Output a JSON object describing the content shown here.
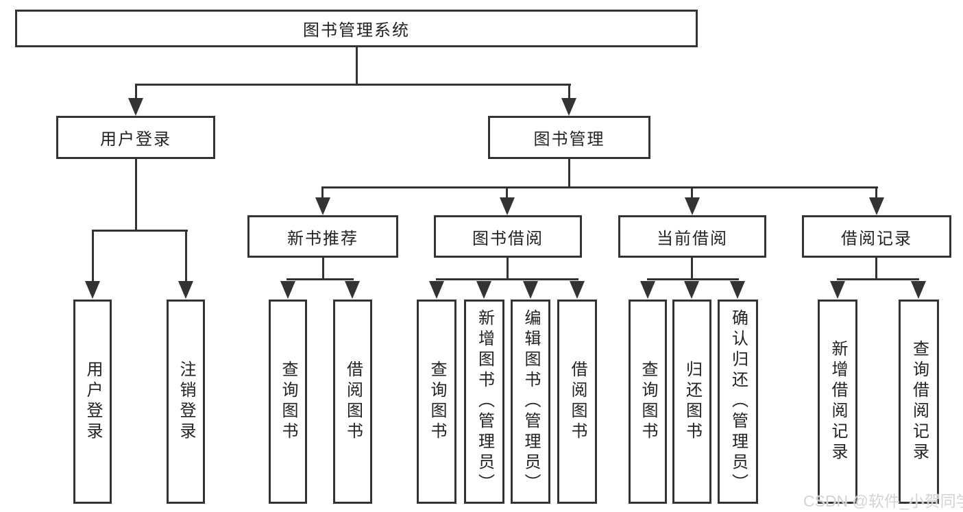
{
  "colors": {
    "line": "#333333",
    "text": "#222222",
    "box_background": "#ffffff",
    "page_background": "#ffffff",
    "watermark": "#d4d4d4"
  },
  "diagram": {
    "root": {
      "label": "图书管理系统"
    },
    "level2": [
      {
        "label": "用户登录"
      },
      {
        "label": "图书管理"
      }
    ],
    "level3": [
      {
        "label": "新书推荐"
      },
      {
        "label": "图书借阅"
      },
      {
        "label": "当前借阅"
      },
      {
        "label": "借阅记录"
      }
    ],
    "leaves": {
      "user_login": [
        {
          "label": "用户登录"
        },
        {
          "label": "注销登录"
        }
      ],
      "new_book_recommend": [
        {
          "label": "查询图书"
        },
        {
          "label": "借阅图书"
        }
      ],
      "book_borrow": [
        {
          "label": "查询图书"
        },
        {
          "label": "新增图书（管理员）"
        },
        {
          "label": "编辑图书（管理员）"
        },
        {
          "label": "借阅图书"
        }
      ],
      "current_borrow": [
        {
          "label": "查询图书"
        },
        {
          "label": "归还图书"
        },
        {
          "label": "确认归还（管理员）"
        }
      ],
      "borrow_records": [
        {
          "label": "新增借阅记录"
        },
        {
          "label": "查询借阅记录"
        }
      ]
    }
  },
  "watermark": {
    "text": "CSDN @软件_小贺同学"
  }
}
